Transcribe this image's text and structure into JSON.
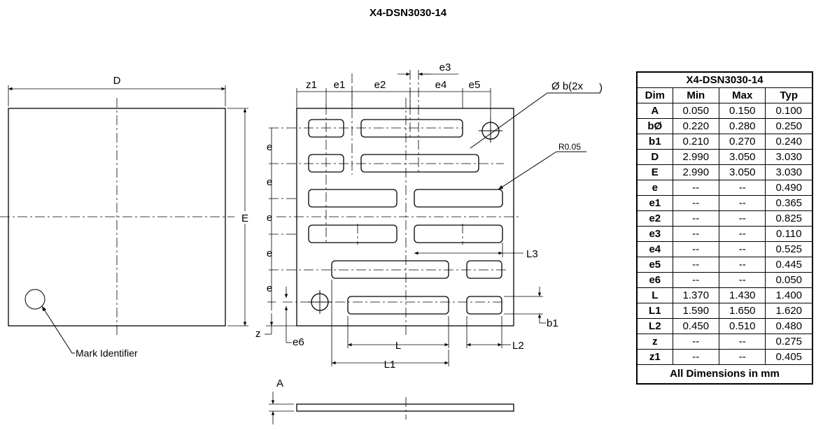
{
  "title": "X4-DSN3030-14",
  "top_view": {
    "dim_D": "D",
    "dim_E": "E",
    "mark_label": "Mark Identifier"
  },
  "bottom_view": {
    "z1": "z1",
    "e1": "e1",
    "e2": "e2",
    "e3": "e3",
    "e4": "e4",
    "e5": "e5",
    "e": "e",
    "e6": "e6",
    "z": "z",
    "b_callout": "Ø b(2x",
    "paren": ")",
    "radius": "R0.05",
    "L": "L",
    "L1": "L1",
    "L2": "L2",
    "L3": "L3",
    "b1": "b1"
  },
  "side_view": {
    "A": "A"
  },
  "table": {
    "title": "X4-DSN3030-14",
    "headers": [
      "Dim",
      "Min",
      "Max",
      "Typ"
    ],
    "rows": [
      {
        "dim": "A",
        "min": "0.050",
        "max": "0.150",
        "typ": "0.100"
      },
      {
        "dim": "bØ",
        "min": "0.220",
        "max": "0.280",
        "typ": "0.250"
      },
      {
        "dim": "b1",
        "min": "0.210",
        "max": "0.270",
        "typ": "0.240"
      },
      {
        "dim": "D",
        "min": "2.990",
        "max": "3.050",
        "typ": "3.030"
      },
      {
        "dim": "E",
        "min": "2.990",
        "max": "3.050",
        "typ": "3.030"
      },
      {
        "dim": "e",
        "min": "--",
        "max": "--",
        "typ": "0.490"
      },
      {
        "dim": "e1",
        "min": "--",
        "max": "--",
        "typ": "0.365"
      },
      {
        "dim": "e2",
        "min": "--",
        "max": "--",
        "typ": "0.825"
      },
      {
        "dim": "e3",
        "min": "--",
        "max": "--",
        "typ": "0.110"
      },
      {
        "dim": "e4",
        "min": "--",
        "max": "--",
        "typ": "0.525"
      },
      {
        "dim": "e5",
        "min": "--",
        "max": "--",
        "typ": "0.445"
      },
      {
        "dim": "e6",
        "min": "--",
        "max": "--",
        "typ": "0.050"
      },
      {
        "dim": "L",
        "min": "1.370",
        "max": "1.430",
        "typ": "1.400"
      },
      {
        "dim": "L1",
        "min": "1.590",
        "max": "1.650",
        "typ": "1.620"
      },
      {
        "dim": "L2",
        "min": "0.450",
        "max": "0.510",
        "typ": "0.480"
      },
      {
        "dim": "z",
        "min": "--",
        "max": "--",
        "typ": "0.275"
      },
      {
        "dim": "z1",
        "min": "--",
        "max": "--",
        "typ": "0.405"
      }
    ],
    "footer": "All Dimensions in mm"
  }
}
